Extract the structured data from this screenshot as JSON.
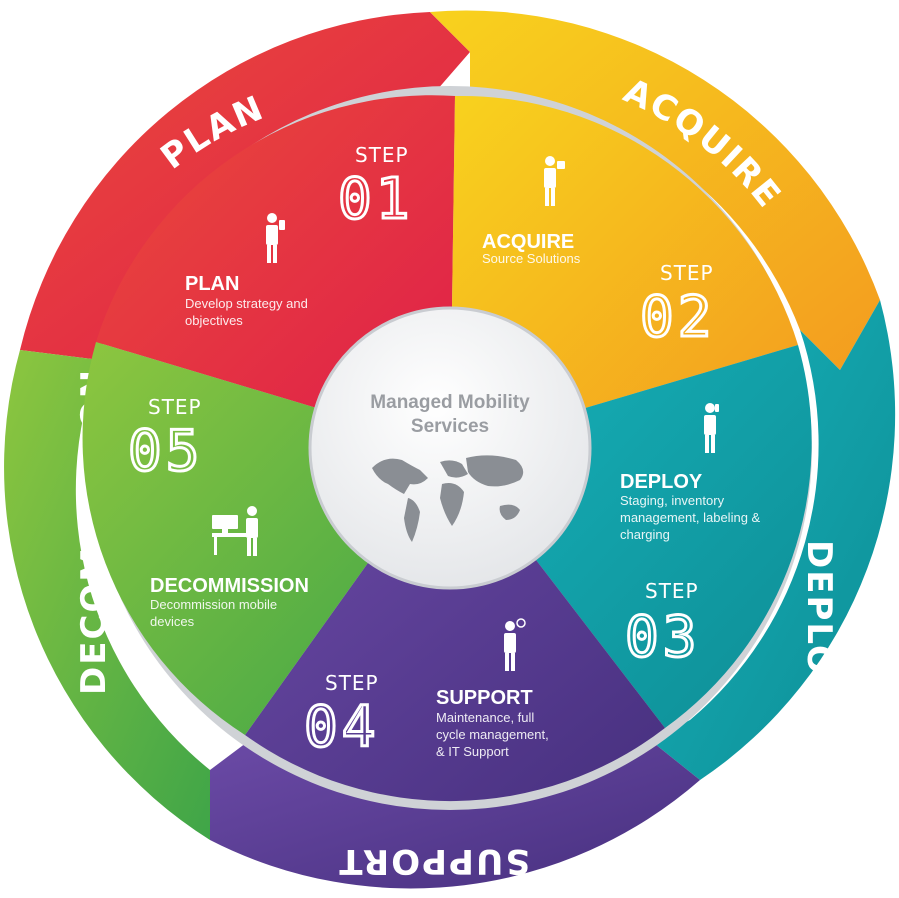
{
  "center": {
    "title_line1": "Managed Mobility",
    "title_line2": "Services",
    "map_icon": "world-map-icon"
  },
  "colors": {
    "plan": "#e5263f",
    "acquire": "#f7b91c",
    "deploy": "#13a6ad",
    "support": "#5a3c96",
    "decommission": "#6cba3b",
    "ring": "#cfd2d6",
    "center_text": "#9a9da2"
  },
  "steps": [
    {
      "key": "plan",
      "ring_label": "PLAN",
      "step_word": "STEP",
      "step_number": "01",
      "title": "PLAN",
      "desc_lines": [
        "Develop strategy and",
        "objectives"
      ],
      "icon": "person-with-device-icon"
    },
    {
      "key": "acquire",
      "ring_label": "ACQUIRE",
      "step_word": "STEP",
      "step_number": "02",
      "title": "ACQUIRE",
      "desc_lines": [
        "Source Solutions"
      ],
      "icon": "person-with-device-icon"
    },
    {
      "key": "deploy",
      "ring_label": "DEPLOY",
      "step_word": "STEP",
      "step_number": "03",
      "title": "DEPLOY",
      "desc_lines": [
        "Staging, inventory",
        "management, labeling &",
        "charging"
      ],
      "icon": "person-with-phone-icon"
    },
    {
      "key": "support",
      "ring_label": "SUPPORT",
      "step_word": "STEP",
      "step_number": "04",
      "title": "SUPPORT",
      "desc_lines": [
        "Maintenance, full",
        "cycle management,",
        "& IT Support"
      ],
      "icon": "person-with-idea-icon"
    },
    {
      "key": "decommission",
      "ring_label": "DECOMMISSION",
      "step_word": "STEP",
      "step_number": "05",
      "title": "DECOMMISSION",
      "desc_lines": [
        "Decommission mobile",
        "devices"
      ],
      "icon": "person-at-desk-icon"
    }
  ]
}
